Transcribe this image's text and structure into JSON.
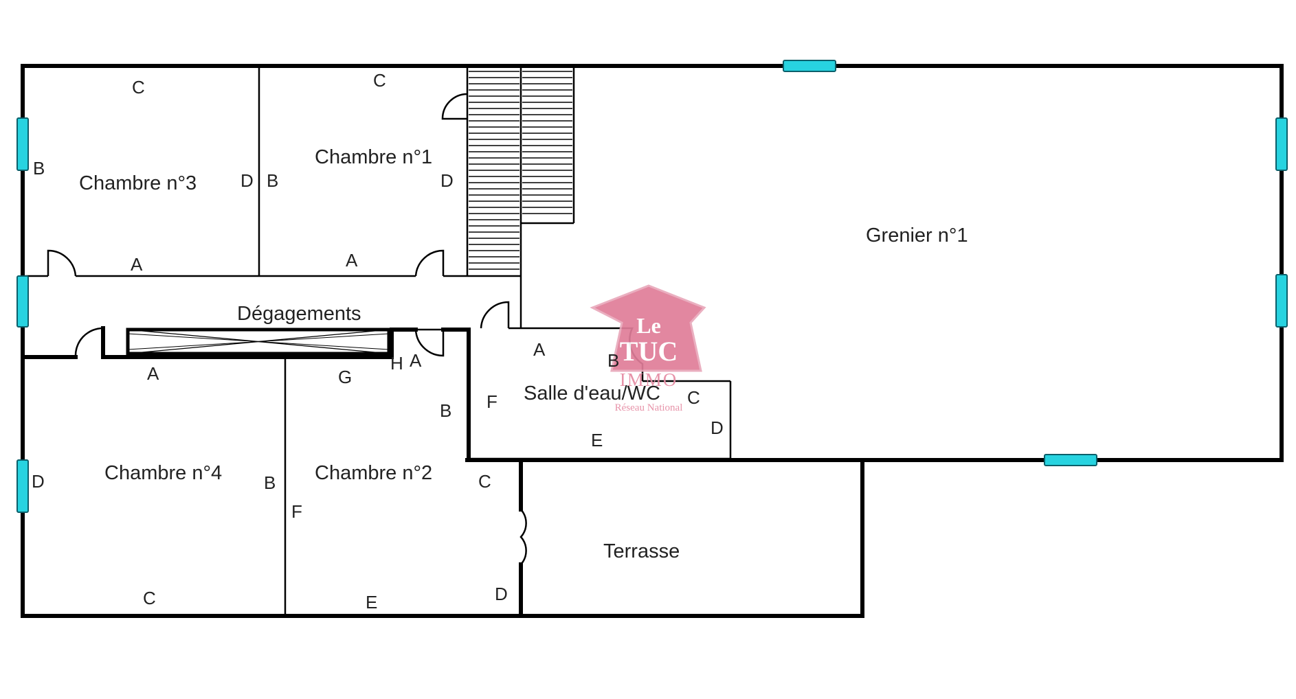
{
  "rooms": {
    "chambre3": "Chambre n°3",
    "chambre1": "Chambre n°1",
    "grenier1": "Grenier n°1",
    "degagements": "Dégagements",
    "salle_eau": "Salle d'eau/WC",
    "chambre4": "Chambre n°4",
    "chambre2": "Chambre n°2",
    "terrasse": "Terrasse"
  },
  "wall_labels": {
    "ch3_top": "C",
    "ch3_left": "B",
    "ch3_right": "D",
    "ch3_bottom": "A",
    "ch1_top": "C",
    "ch1_left": "B",
    "ch1_right": "D",
    "ch1_bottom": "A",
    "ch4_top": "A",
    "ch4_left": "D",
    "ch4_right": "B",
    "ch4_bottom": "C",
    "ch2_top": "G",
    "ch2_topright_h": "H",
    "ch2_topright_a": "A",
    "ch2_right_b": "B",
    "ch2_left": "F",
    "ch2_right_c": "C",
    "ch2_right_d": "D",
    "ch2_bottom": "E",
    "sde_a": "A",
    "sde_b": "B",
    "sde_f": "F",
    "sde_c": "C",
    "sde_d": "D",
    "sde_e": "E"
  },
  "watermark": {
    "line1": "Le",
    "line2": "TUC",
    "line3": "IMMO",
    "line4": "Réseau National"
  },
  "colors": {
    "wall": "#000000",
    "window": "#27d3e0",
    "watermark": "#e58aa2"
  }
}
